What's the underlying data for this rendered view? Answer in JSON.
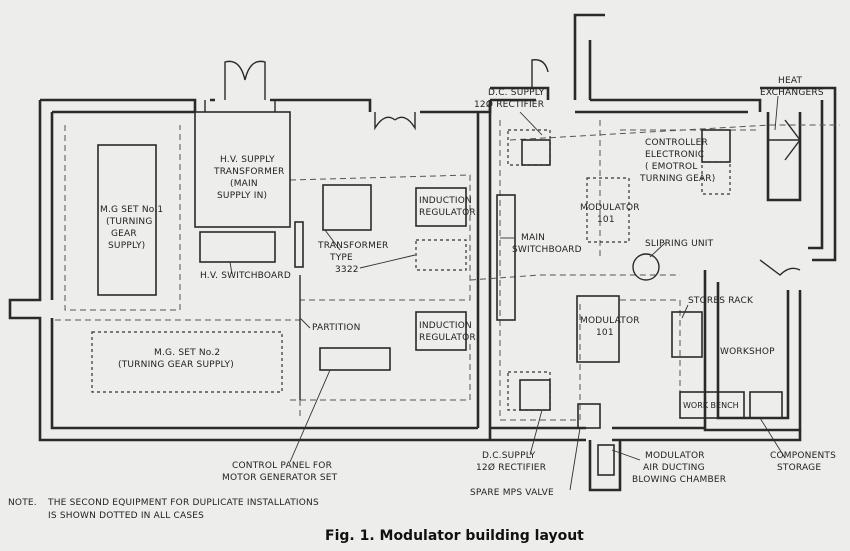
{
  "labels": {
    "hv_supply": [
      "H.V. SUPPLY",
      "TRANSFORMER",
      "(MAIN",
      "SUPPLY IN)"
    ],
    "mg_set1": [
      "M.G SET No.1",
      "(TURNING",
      "GEAR",
      "SUPPLY)"
    ],
    "mg_set2": [
      "M.G. SET No.2",
      "(TURNING GEAR SUPPLY)"
    ],
    "hv_switchboard": "H.V. SWITCHBOARD",
    "transformer": [
      "TRANSFORMER",
      "TYPE",
      "3322"
    ],
    "induction_reg_top": [
      "INDUCTION",
      "REGULATOR"
    ],
    "induction_reg_bottom": [
      "INDUCTION",
      "REGULATOR"
    ],
    "partition": "PARTITION",
    "control_panel": [
      "CONTROL PANEL FOR",
      "MOTOR GENERATOR SET"
    ],
    "main_switchboard": [
      "MAIN",
      "SWITCHBOARD"
    ],
    "dc_supply_top": [
      "D.C. SUPPLY",
      "12Ø RECTIFIER"
    ],
    "dc_supply_bottom": [
      "D.C.SUPPLY",
      "12Ø RECTIFIER"
    ],
    "modulator_top": [
      "MODULATOR",
      "101"
    ],
    "modulator_bottom": [
      "MODULATOR",
      "101"
    ],
    "slipring": "SLIPRING UNIT",
    "controller": [
      "CONTROLLER",
      "ELECTRONIC",
      "( EMOTROL",
      "TURNING GEAR)"
    ],
    "heat_exchangers": [
      "HEAT",
      "EXCHANGERS"
    ],
    "stores_rack": "STORES RACK",
    "workshop": "WORKSHOP",
    "work_bench": "WORK BENCH",
    "components": [
      "COMPONENTS",
      "STORAGE"
    ],
    "spare_mps": "SPARE MPS VALVE",
    "modulator_air": [
      "MODULATOR",
      "AIR DUCTING",
      "BLOWING CHAMBER"
    ]
  },
  "note": {
    "prefix": "NOTE.",
    "line1": "THE SECOND EQUIPMENT FOR DUPLICATE INSTALLATIONS",
    "line2": "IS SHOWN DOTTED IN ALL CASES"
  },
  "caption": "Fig. 1.  Modulator building layout"
}
